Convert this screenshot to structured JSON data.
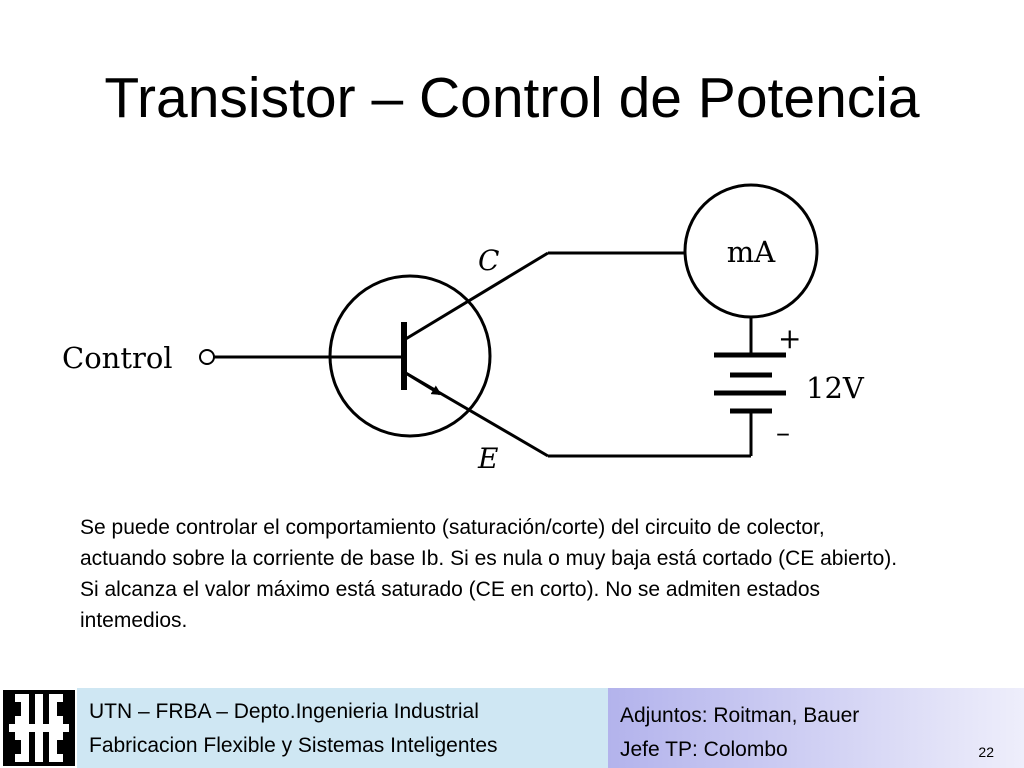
{
  "slide": {
    "title": "Transistor – Control de Potencia",
    "body": "Se puede controlar el comportamiento (saturación/corte) del circuito de colector, actuando sobre la corriente de base Ib. Si es nula o muy baja está cortado (CE abierto). Si alcanza el valor máximo está saturado (CE en corto). No se admiten estados intemedios.",
    "page_number": "22"
  },
  "diagram": {
    "control_label": "Control",
    "collector_label": "C",
    "emitter_label": "E",
    "meter_label": "mA",
    "battery_label": "12V",
    "plus_sign": "+",
    "minus_sign": "–"
  },
  "footer": {
    "left_line1": "UTN – FRBA – Depto.Ingenieria Industrial",
    "left_line2": "Fabricacion Flexible y Sistemas Inteligentes",
    "right_line1": "Adjuntos: Roitman, Bauer",
    "right_line2": "Jefe TP: Colombo",
    "logo_icon": "utn-logo-icon",
    "colors": {
      "left_panel": "#cfe7f3",
      "right_panel_start": "#b3b3ec",
      "right_panel_end": "#eeeefb"
    }
  }
}
